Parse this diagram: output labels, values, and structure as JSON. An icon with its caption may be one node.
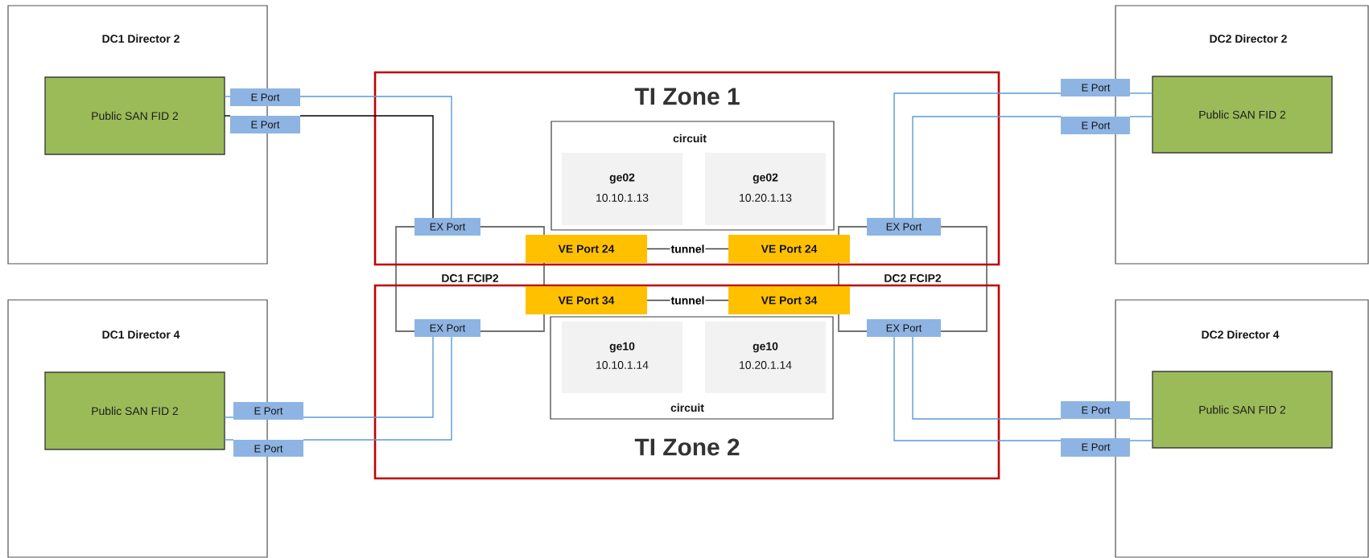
{
  "diagram": {
    "nodes": [
      {
        "text": [
          "DC1 Director 2"
        ]
      },
      {
        "text": [
          "Public SAN FID 2"
        ],
        "in": 0
      },
      {
        "text": [
          "DC1 Director 4"
        ]
      },
      {
        "text": [
          "Public SAN FID 2"
        ],
        "in": 2
      },
      {
        "text": [
          "DC2 Director 2"
        ]
      },
      {
        "text": [
          "Public SAN FID 2"
        ],
        "in": 4
      },
      {
        "text": [
          "DC2 Director 4"
        ]
      },
      {
        "text": [
          "Public SAN FID 2"
        ],
        "in": 6
      },
      {
        "text": [
          "DC1 FCIP2"
        ]
      },
      {
        "text": [
          "DC2 FCIP2"
        ]
      },
      {
        "text": [
          "TI Zone 1"
        ]
      },
      {
        "text": [
          "circuit"
        ],
        "in": 10
      },
      {
        "text": [
          "ge02",
          "10.10.1.13"
        ],
        "in": 11
      },
      {
        "text": [
          "ge02",
          "10.20.1.13"
        ],
        "in": 11
      },
      {
        "text": [
          "EX Port"
        ],
        "in": 10
      },
      {
        "text": [
          "VE Port 24"
        ],
        "in": 10
      },
      {
        "text": [
          "VE Port 24"
        ],
        "in": 10
      },
      {
        "text": [
          "EX Port"
        ],
        "in": 10
      },
      {
        "text": [
          "TI Zone 2"
        ]
      },
      {
        "text": [
          "EX Port"
        ],
        "in": 18
      },
      {
        "text": [
          "VE Port 34"
        ],
        "in": 18
      },
      {
        "text": [
          "VE Port 34"
        ],
        "in": 18
      },
      {
        "text": [
          "EX Port"
        ],
        "in": 18
      },
      {
        "text": [
          "circuit"
        ],
        "in": 18
      },
      {
        "text": [
          "ge10",
          "10.10.1.14"
        ],
        "in": 23
      },
      {
        "text": [
          "ge10",
          "10.20.1.14"
        ],
        "in": 23
      },
      {
        "text": [
          "E Port"
        ]
      },
      {
        "text": [
          "E Port"
        ]
      },
      {
        "text": [
          "E Port"
        ]
      },
      {
        "text": [
          "E Port"
        ]
      },
      {
        "text": [
          "E Port"
        ]
      },
      {
        "text": [
          "E Port"
        ]
      },
      {
        "text": [
          "E Port"
        ]
      },
      {
        "text": [
          "E Port"
        ]
      }
    ],
    "edges": [
      {
        "from": 26,
        "to": 14,
        "arrow": "none"
      },
      {
        "from": 27,
        "to": 14,
        "arrow": "none",
        "color": "#000000"
      },
      {
        "from": 28,
        "to": 19,
        "arrow": "none"
      },
      {
        "from": 29,
        "to": 19,
        "arrow": "none"
      },
      {
        "from": 30,
        "to": 17,
        "arrow": "none"
      },
      {
        "from": 31,
        "to": 17,
        "arrow": "none"
      },
      {
        "from": 32,
        "to": 22,
        "arrow": "none"
      },
      {
        "from": 33,
        "to": 22,
        "arrow": "none"
      },
      {
        "from": 15,
        "to": 16,
        "arrow": "none",
        "label": "tunnel",
        "color": "#404040"
      },
      {
        "from": 20,
        "to": 21,
        "arrow": "none",
        "label": "tunnel",
        "color": "#404040"
      },
      {
        "from": 1,
        "to": 26,
        "arrow": "none"
      },
      {
        "from": 1,
        "to": 27,
        "arrow": "none",
        "color": "#000000"
      },
      {
        "from": 3,
        "to": 28,
        "arrow": "none"
      },
      {
        "from": 3,
        "to": 29,
        "arrow": "none"
      },
      {
        "from": 5,
        "to": 30,
        "arrow": "none"
      },
      {
        "from": 5,
        "to": 31,
        "arrow": "none"
      },
      {
        "from": 7,
        "to": 32,
        "arrow": "none"
      },
      {
        "from": 7,
        "to": 33,
        "arrow": "none"
      }
    ]
  }
}
